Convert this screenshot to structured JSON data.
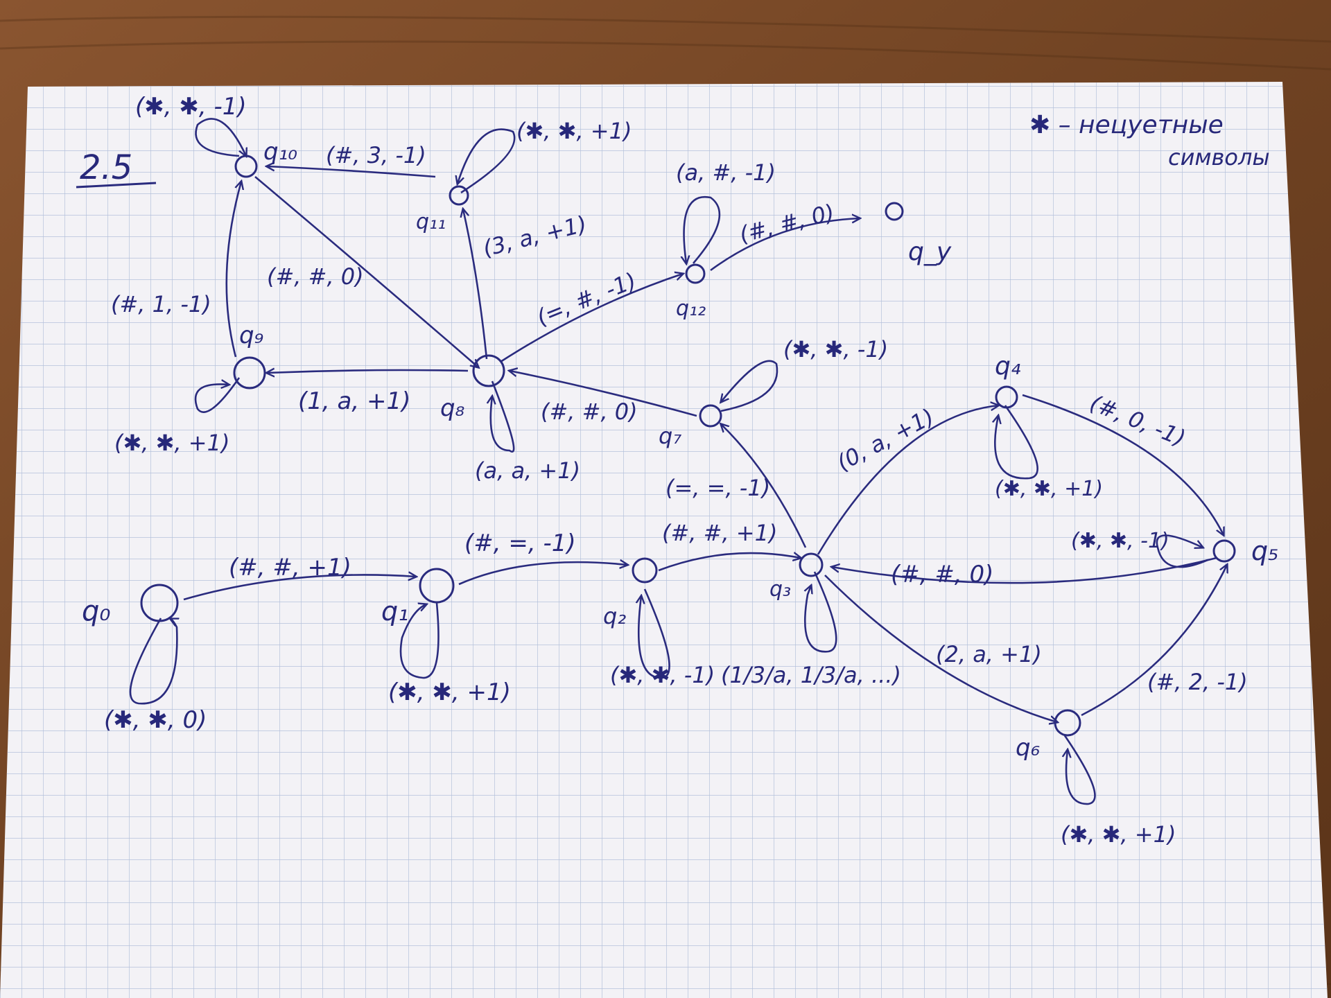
{
  "title": "2.5",
  "note": {
    "line1": "✱ – нецуетные",
    "line2": "символы"
  },
  "colors": {
    "ink": "#2a2b7e",
    "paper": "#f3f2f6",
    "grid": "#9fb0cf",
    "desk": "#7a4a26"
  },
  "states": [
    {
      "id": "q0",
      "label": "q₀"
    },
    {
      "id": "q1",
      "label": "q₁"
    },
    {
      "id": "q2",
      "label": "q₂"
    },
    {
      "id": "q3",
      "label": "q₃"
    },
    {
      "id": "q4",
      "label": "q₄"
    },
    {
      "id": "q5",
      "label": "q₅"
    },
    {
      "id": "q6",
      "label": "q₆"
    },
    {
      "id": "q7",
      "label": "q₇"
    },
    {
      "id": "q8",
      "label": "q₈"
    },
    {
      "id": "q9",
      "label": "q₉"
    },
    {
      "id": "q10",
      "label": "q₁₀"
    },
    {
      "id": "q11",
      "label": "q₁₁"
    },
    {
      "id": "q12",
      "label": "q₁₂"
    },
    {
      "id": "qy",
      "label": "q_y"
    }
  ],
  "transitions": [
    {
      "from": "q0",
      "to": "q0",
      "label": "(✱, ✱, 0)"
    },
    {
      "from": "q0",
      "to": "q1",
      "label": "(#, #, +1)"
    },
    {
      "from": "q1",
      "to": "q1",
      "label": "(✱, ✱, +1)"
    },
    {
      "from": "q1",
      "to": "q2",
      "label": "(#, =, -1)"
    },
    {
      "from": "q2",
      "to": "q2",
      "label": "(✱, ✱, -1)"
    },
    {
      "from": "q2",
      "to": "q3",
      "label": "(#, #, +1)"
    },
    {
      "from": "q3",
      "to": "q3",
      "label": "(1/3/a, 1/3/a, ...)"
    },
    {
      "from": "q3",
      "to": "q4",
      "label": "(0, a, +1)"
    },
    {
      "from": "q3",
      "to": "q6",
      "label": "(2, a, +1)"
    },
    {
      "from": "q3",
      "to": "q7",
      "label": "(=, =, -1)"
    },
    {
      "from": "q4",
      "to": "q4",
      "label": "(✱, ✱, +1)"
    },
    {
      "from": "q4",
      "to": "q5",
      "label": "(#, 0, -1)"
    },
    {
      "from": "q5",
      "to": "q5",
      "label": "(✱, ✱, -1)"
    },
    {
      "from": "q5",
      "to": "q3",
      "label": "(#, #, 0)"
    },
    {
      "from": "q6",
      "to": "q6",
      "label": "(✱, ✱, +1)"
    },
    {
      "from": "q6",
      "to": "q5",
      "label": "(#, 2, -1)"
    },
    {
      "from": "q7",
      "to": "q7",
      "label": "(✱, ✱, -1)"
    },
    {
      "from": "q7",
      "to": "q8",
      "label": "(#, #, 0)"
    },
    {
      "from": "q8",
      "to": "q8",
      "label": "(a, a, +1)"
    },
    {
      "from": "q8",
      "to": "q9",
      "label": "(1, a, +1)"
    },
    {
      "from": "q8",
      "to": "q11",
      "label": "(3, a, +1)"
    },
    {
      "from": "q8",
      "to": "q12",
      "label": "(=, #, -1)"
    },
    {
      "from": "q9",
      "to": "q9",
      "label": "(✱, ✱, +1)"
    },
    {
      "from": "q9",
      "to": "q10",
      "label": "(#, 1, -1)"
    },
    {
      "from": "q10",
      "to": "q10",
      "label": "(✱, ✱, -1)"
    },
    {
      "from": "q10",
      "to": "q8",
      "label": "(#, #, 0)"
    },
    {
      "from": "q11",
      "to": "q11",
      "label": "(✱, ✱, +1)"
    },
    {
      "from": "q11",
      "to": "q10",
      "label": "(#, 3, -1)"
    },
    {
      "from": "q12",
      "to": "q12",
      "label": "(a, #, -1)"
    },
    {
      "from": "q12",
      "to": "qy",
      "label": "(#, #, 0)"
    }
  ]
}
